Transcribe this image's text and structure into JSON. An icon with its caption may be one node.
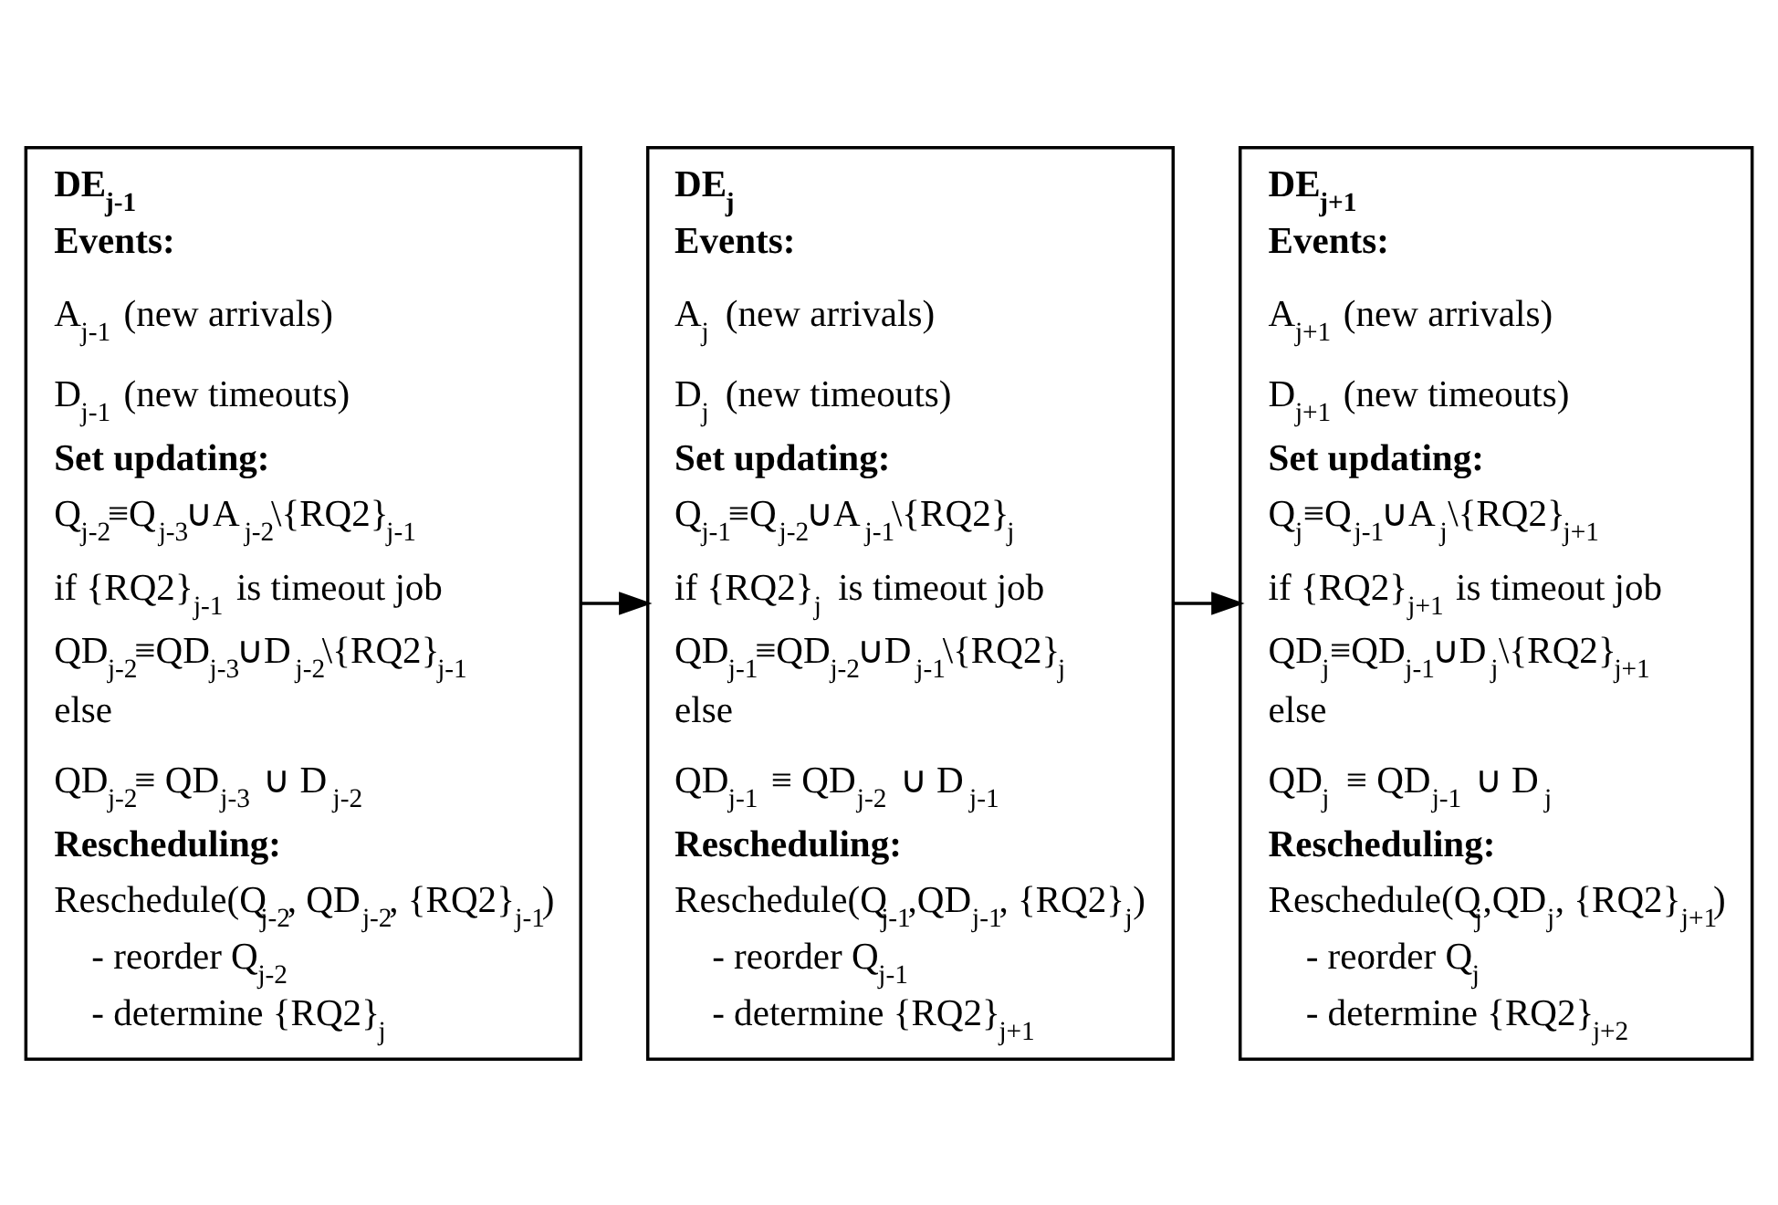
{
  "diagram": {
    "nodes": [
      {
        "text": [
          "DE$_{j-1}$",
          "Events:",
          "A$_{j-1}$ (new arrivals)",
          "D$_{j-1}$ (new timeouts)",
          "Set updating:",
          "Q$_{j-2}$≡Q$_{j-3}$∪A$_{j-2}$\\{RQ2}$_{j-1}$",
          "if {RQ2}$_{j-1}$ is timeout job",
          "QD$_{j-2}$≡QD$_{j-3}$∪D$_{j-2}$\\{RQ2}$_{j-1}$",
          "else",
          "QD$_{j-2}$≡ QD$_{j-3}$ ∪ D$_{j-2}$",
          "Rescheduling:",
          "Reschedule(Q$_{j-2}$, QD$_{j-2}$, {RQ2}$_{j-1}$)",
          "- reorder Q$_{j-2}$",
          "- determine {RQ2}$_{j}$"
        ]
      },
      {
        "text": [
          "DE$_{j}$",
          "Events:",
          "A$_{j}$ (new arrivals)",
          "D$_{j}$ (new timeouts)",
          "Set updating:",
          "Q$_{j-1}$≡Q$_{j-2}$∪A$_{j-1}$\\{RQ2}$_{j}$",
          "if {RQ2}$_{j}$ is timeout job",
          "QD$_{j-1}$≡QD$_{j-2}$∪D$_{j-1}$\\{RQ2}$_{j}$",
          "else",
          "QD$_{j-1}$ ≡ QD$_{j-2}$ ∪ D$_{j-1}$",
          "Rescheduling:",
          "Reschedule(Q$_{j-1}$,QD$_{j-1}$, {RQ2}$_{j}$)",
          "- reorder Q$_{j-1}$",
          "- determine {RQ2}$_{j+1}$"
        ]
      },
      {
        "text": [
          "DE$_{j+1}$",
          "Events:",
          "A$_{j+1}$ (new arrivals)",
          "D$_{j+1}$ (new timeouts)",
          "Set updating:",
          "Q$_{j}$≡Q$_{j-1}$∪A$_{j}$\\{RQ2}$_{j+1}$",
          "if {RQ2}$_{j+1}$ is timeout job",
          "QD$_{j}$≡QD$_{j-1}$∪D$_{j}$\\{RQ2}$_{j+1}$",
          "else",
          "QD$_{j}$ ≡ QD$_{j-1}$ ∪ D$_{j}$",
          "Rescheduling:",
          "Reschedule(Q$_{j}$,QD$_{j}$, {RQ2}$_{j+1}$)",
          "- reorder Q$_{j}$",
          "- determine {RQ2}$_{j+2}$"
        ]
      }
    ],
    "edges": [
      {
        "from": 0,
        "to": 1,
        "arrow": "to"
      },
      {
        "from": 1,
        "to": 2,
        "arrow": "to"
      }
    ]
  }
}
